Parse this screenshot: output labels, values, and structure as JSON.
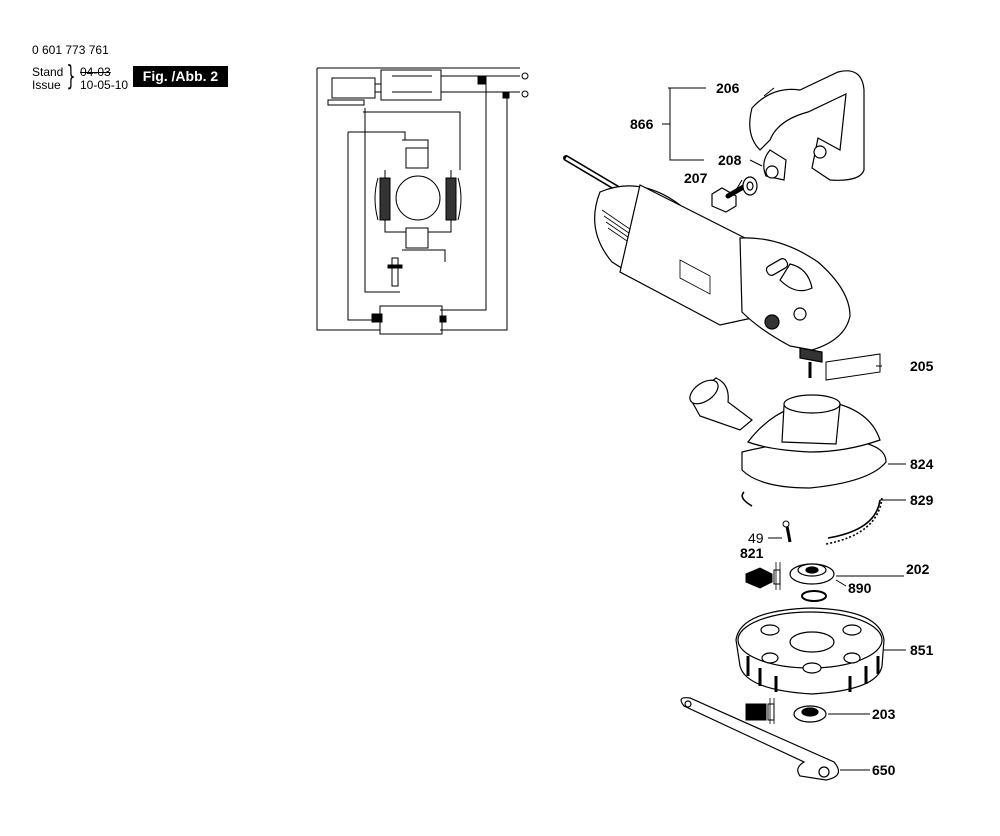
{
  "header": {
    "doc_number": "0 601 773 761",
    "stand_label": "Stand",
    "issue_label": "Issue",
    "stand_date": "04-03",
    "issue_date": "10-05-10",
    "figure_label": "Fig. /Abb. 2"
  },
  "callouts": {
    "p206": "206",
    "p866": "866",
    "p208": "208",
    "p207": "207",
    "p205": "205",
    "p824": "824",
    "p829": "829",
    "p49": "49",
    "p821": "821",
    "p202": "202",
    "p890": "890",
    "p851": "851",
    "p203": "203",
    "p650": "650"
  }
}
